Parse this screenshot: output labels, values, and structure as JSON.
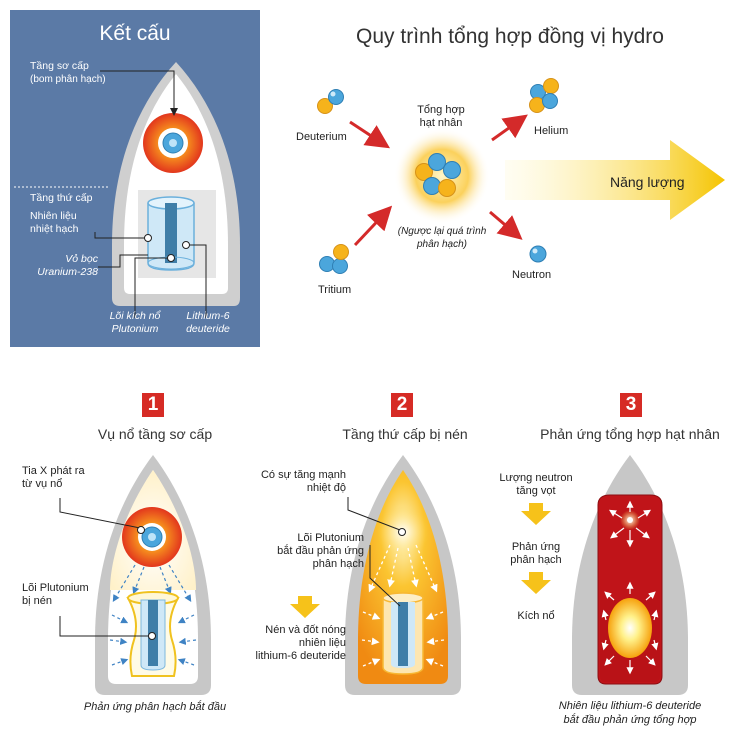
{
  "structure": {
    "title": "Kết cấu",
    "primary_label": "Tầng sơ cấp",
    "primary_sub": "(bom phân hạch)",
    "secondary_label": "Tầng thứ cấp",
    "fuel_line1": "Nhiên liệu",
    "fuel_line2": "nhiệt hạch",
    "shell_line1": "Vỏ bọc",
    "shell_line2": "Uranium-238",
    "core_line1": "Lõi kích nổ",
    "core_line2": "Plutonium",
    "lith_line1": "Lithium-6",
    "lith_line2": "deuteride"
  },
  "process": {
    "title": "Quy trình tổng hợp đồng vị hydro",
    "deuterium": "Deuterium",
    "tritium": "Tritium",
    "fusion_line1": "Tổng hợp",
    "fusion_line2": "hạt nhân",
    "reverse_line1": "(Ngược lại quá trình",
    "reverse_line2": "phân hạch)",
    "helium": "Helium",
    "neutron": "Neutron",
    "energy": "Năng lượng"
  },
  "steps": [
    {
      "number": "1",
      "title": "Vụ nổ tầng sơ cấp",
      "xray_line1": "Tia X phát ra",
      "xray_line2": "từ vụ nổ",
      "core_line1": "Lõi Plutonium",
      "core_line2": "bị nén",
      "caption": "Phản ứng phân hạch bắt đầu"
    },
    {
      "number": "2",
      "title": "Tầng thứ cấp bị nén",
      "heat_line1": "Có sự tăng mạnh",
      "heat_line2": "nhiệt độ",
      "pu_line1": "Lõi Plutonium",
      "pu_line2": "bắt đầu phản ứng",
      "pu_line3": "phân hạch",
      "comp_line1": "Nén và đốt nóng",
      "comp_line2": "nhiên liệu",
      "comp_line3": "lithium-6 deuteride"
    },
    {
      "number": "3",
      "title": "Phản ứng tổng hợp hạt nhân",
      "neutron_line1": "Lượng neutron",
      "neutron_line2": "tăng vọt",
      "fission_line1": "Phản ứng",
      "fission_line2": "phân hạch",
      "explode": "Kích nổ",
      "caption_line1": "Nhiên liệu lithium-6 deuteride",
      "caption_line2": "bắt đầu phản ứng tổng hợp"
    }
  ],
  "colors": {
    "panel_bg": "#5b7aa6",
    "proton": "#f6b31b",
    "neutron": "#4ba6dc",
    "arrow_red": "#d42a2a",
    "badge_red": "#d62b25",
    "energy_yellow": "#f5c400",
    "casing_gray": "#b9b9b9",
    "secondary_red": "#c01419"
  }
}
